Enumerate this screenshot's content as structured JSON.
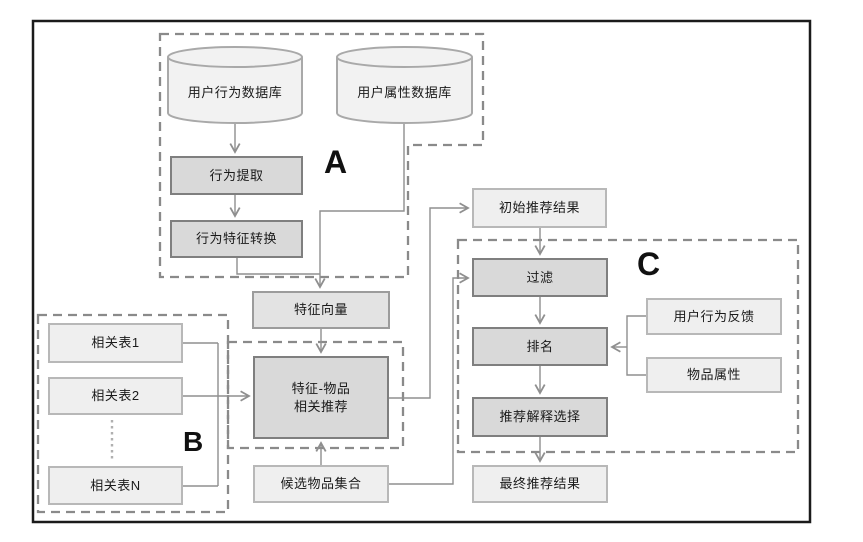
{
  "colors": {
    "frame_border": "#1b1b1b",
    "dashed_outline": "#8a8a8a",
    "connector": "#8f8f8f",
    "node_dark_fill": "#d9d9d9",
    "node_dark_border": "#7f7f7f",
    "node_light_fill": "#efefef",
    "node_light_border": "#b8b8b8",
    "cylinder_fill": "#f2f2f2",
    "cylinder_border": "#a9a9a9",
    "text": "#1a1a1a"
  },
  "groups": {
    "a": {
      "label": "A"
    },
    "b": {
      "label": "B"
    },
    "c": {
      "label": "C"
    }
  },
  "nodes": {
    "behavior_db": {
      "label": "用户行为数据库"
    },
    "attribute_db": {
      "label": "用户属性数据库"
    },
    "behavior_extraction": {
      "label": "行为提取"
    },
    "behavior_feature_conversion": {
      "label": "行为特征转换"
    },
    "feature_vector": {
      "label": "特征向量"
    },
    "related_table_1": {
      "label": "相关表1"
    },
    "related_table_2": {
      "label": "相关表2"
    },
    "related_table_n": {
      "label": "相关表N"
    },
    "feature_item_recommendation": {
      "line1": "特征-物品",
      "line2": "相关推荐"
    },
    "candidate_item_set": {
      "label": "候选物品集合"
    },
    "initial_result": {
      "label": "初始推荐结果"
    },
    "filter": {
      "label": "过滤"
    },
    "ranking": {
      "label": "排名"
    },
    "explanation_selection": {
      "label": "推荐解释选择"
    },
    "user_behavior_feedback": {
      "label": "用户行为反馈"
    },
    "item_attributes": {
      "label": "物品属性"
    },
    "final_result": {
      "label": "最终推荐结果"
    }
  }
}
